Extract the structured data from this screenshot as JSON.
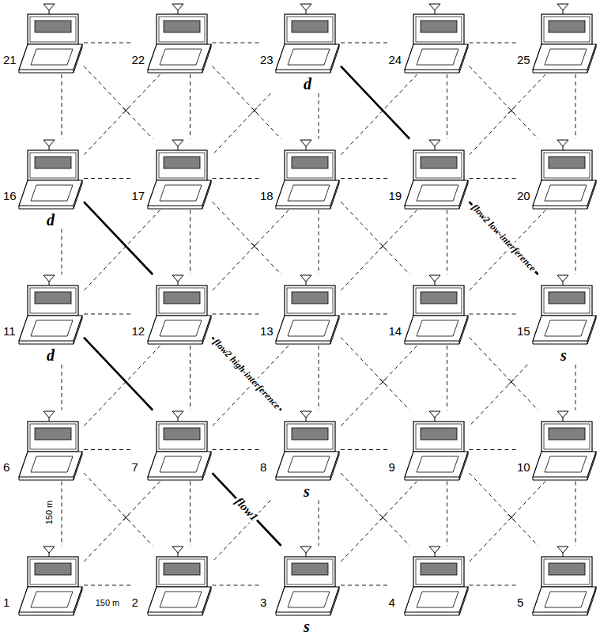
{
  "diagram": {
    "nodes": [
      {
        "text": [
          "21"
        ]
      },
      {
        "text": [
          "22"
        ]
      },
      {
        "text": [
          "23",
          "d"
        ]
      },
      {
        "text": [
          "24"
        ]
      },
      {
        "text": [
          "25"
        ]
      },
      {
        "text": [
          "16",
          "d"
        ]
      },
      {
        "text": [
          "17"
        ]
      },
      {
        "text": [
          "18"
        ]
      },
      {
        "text": [
          "19"
        ]
      },
      {
        "text": [
          "20"
        ]
      },
      {
        "text": [
          "11",
          "d"
        ]
      },
      {
        "text": [
          "12"
        ]
      },
      {
        "text": [
          "13"
        ]
      },
      {
        "text": [
          "14"
        ]
      },
      {
        "text": [
          "15",
          "s"
        ]
      },
      {
        "text": [
          "6"
        ]
      },
      {
        "text": [
          "7"
        ]
      },
      {
        "text": [
          "8",
          "s"
        ]
      },
      {
        "text": [
          "9"
        ]
      },
      {
        "text": [
          "10"
        ]
      },
      {
        "text": [
          "1"
        ]
      },
      {
        "text": [
          "2"
        ]
      },
      {
        "text": [
          "3",
          "s"
        ]
      },
      {
        "text": [
          "4"
        ]
      },
      {
        "text": [
          "5"
        ]
      }
    ],
    "edges": [
      {
        "from": 22,
        "to": 16,
        "label": "flow1",
        "arrow": "none"
      },
      {
        "from": 16,
        "to": 10,
        "arrow": "none"
      },
      {
        "from": 17,
        "to": 11,
        "label": "flow2 high-interference",
        "arrow": "none"
      },
      {
        "from": 11,
        "to": 5,
        "arrow": "none"
      },
      {
        "from": 14,
        "to": 8,
        "label": "flow2 low-interference",
        "arrow": "none"
      },
      {
        "from": 8,
        "to": 2,
        "arrow": "none"
      },
      {
        "from": 0,
        "to": 1,
        "arrow": "none"
      },
      {
        "from": 1,
        "to": 2,
        "arrow": "none"
      },
      {
        "from": 2,
        "to": 3,
        "arrow": "none"
      },
      {
        "from": 3,
        "to": 4,
        "arrow": "none"
      },
      {
        "from": 5,
        "to": 6,
        "arrow": "none"
      },
      {
        "from": 6,
        "to": 7,
        "arrow": "none"
      },
      {
        "from": 7,
        "to": 8,
        "arrow": "none"
      },
      {
        "from": 8,
        "to": 9,
        "arrow": "none"
      },
      {
        "from": 10,
        "to": 11,
        "arrow": "none"
      },
      {
        "from": 11,
        "to": 12,
        "arrow": "none"
      },
      {
        "from": 12,
        "to": 13,
        "arrow": "none"
      },
      {
        "from": 13,
        "to": 14,
        "arrow": "none"
      },
      {
        "from": 15,
        "to": 16,
        "arrow": "none"
      },
      {
        "from": 16,
        "to": 17,
        "arrow": "none"
      },
      {
        "from": 17,
        "to": 18,
        "arrow": "none"
      },
      {
        "from": 18,
        "to": 19,
        "arrow": "none"
      },
      {
        "from": 20,
        "to": 21,
        "arrow": "none"
      },
      {
        "from": 21,
        "to": 22,
        "arrow": "none"
      },
      {
        "from": 22,
        "to": 23,
        "arrow": "none"
      },
      {
        "from": 23,
        "to": 24,
        "arrow": "none"
      },
      {
        "from": 0,
        "to": 5,
        "arrow": "none"
      },
      {
        "from": 1,
        "to": 6,
        "arrow": "none"
      },
      {
        "from": 2,
        "to": 7,
        "arrow": "none"
      },
      {
        "from": 3,
        "to": 8,
        "arrow": "none"
      },
      {
        "from": 4,
        "to": 9,
        "arrow": "none"
      },
      {
        "from": 5,
        "to": 10,
        "arrow": "none"
      },
      {
        "from": 6,
        "to": 11,
        "arrow": "none"
      },
      {
        "from": 7,
        "to": 12,
        "arrow": "none"
      },
      {
        "from": 8,
        "to": 13,
        "arrow": "none"
      },
      {
        "from": 9,
        "to": 14,
        "arrow": "none"
      },
      {
        "from": 10,
        "to": 15,
        "arrow": "none"
      },
      {
        "from": 11,
        "to": 16,
        "arrow": "none"
      },
      {
        "from": 12,
        "to": 17,
        "arrow": "none"
      },
      {
        "from": 13,
        "to": 18,
        "arrow": "none"
      },
      {
        "from": 14,
        "to": 19,
        "arrow": "none"
      },
      {
        "from": 15,
        "to": 20,
        "arrow": "none"
      },
      {
        "from": 16,
        "to": 21,
        "arrow": "none"
      },
      {
        "from": 17,
        "to": 22,
        "arrow": "none"
      },
      {
        "from": 18,
        "to": 23,
        "arrow": "none"
      },
      {
        "from": 19,
        "to": 24,
        "arrow": "none"
      },
      {
        "from": 0,
        "to": 6,
        "arrow": "none"
      },
      {
        "from": 1,
        "to": 7,
        "arrow": "none"
      },
      {
        "from": 3,
        "to": 9,
        "arrow": "none"
      },
      {
        "from": 6,
        "to": 12,
        "arrow": "none"
      },
      {
        "from": 7,
        "to": 13,
        "arrow": "none"
      },
      {
        "from": 12,
        "to": 18,
        "arrow": "none"
      },
      {
        "from": 13,
        "to": 19,
        "arrow": "none"
      },
      {
        "from": 15,
        "to": 21,
        "arrow": "none"
      },
      {
        "from": 17,
        "to": 23,
        "arrow": "none"
      },
      {
        "from": 18,
        "to": 24,
        "arrow": "none"
      },
      {
        "from": 1,
        "to": 5,
        "arrow": "none"
      },
      {
        "from": 2,
        "to": 6,
        "arrow": "none"
      },
      {
        "from": 3,
        "to": 7,
        "arrow": "none"
      },
      {
        "from": 4,
        "to": 8,
        "arrow": "none"
      },
      {
        "from": 6,
        "to": 10,
        "arrow": "none"
      },
      {
        "from": 7,
        "to": 11,
        "arrow": "none"
      },
      {
        "from": 8,
        "to": 12,
        "arrow": "none"
      },
      {
        "from": 9,
        "to": 13,
        "arrow": "none"
      },
      {
        "from": 11,
        "to": 15,
        "arrow": "none"
      },
      {
        "from": 12,
        "to": 16,
        "arrow": "none"
      },
      {
        "from": 13,
        "to": 17,
        "arrow": "none"
      },
      {
        "from": 14,
        "to": 18,
        "arrow": "none"
      },
      {
        "from": 16,
        "to": 20,
        "arrow": "none"
      },
      {
        "from": 17,
        "to": 21,
        "arrow": "none"
      },
      {
        "from": 18,
        "to": 22,
        "arrow": "none"
      },
      {
        "from": 19,
        "to": 23,
        "arrow": "none"
      }
    ],
    "labels": [
      "150 m",
      "150 m"
    ]
  }
}
